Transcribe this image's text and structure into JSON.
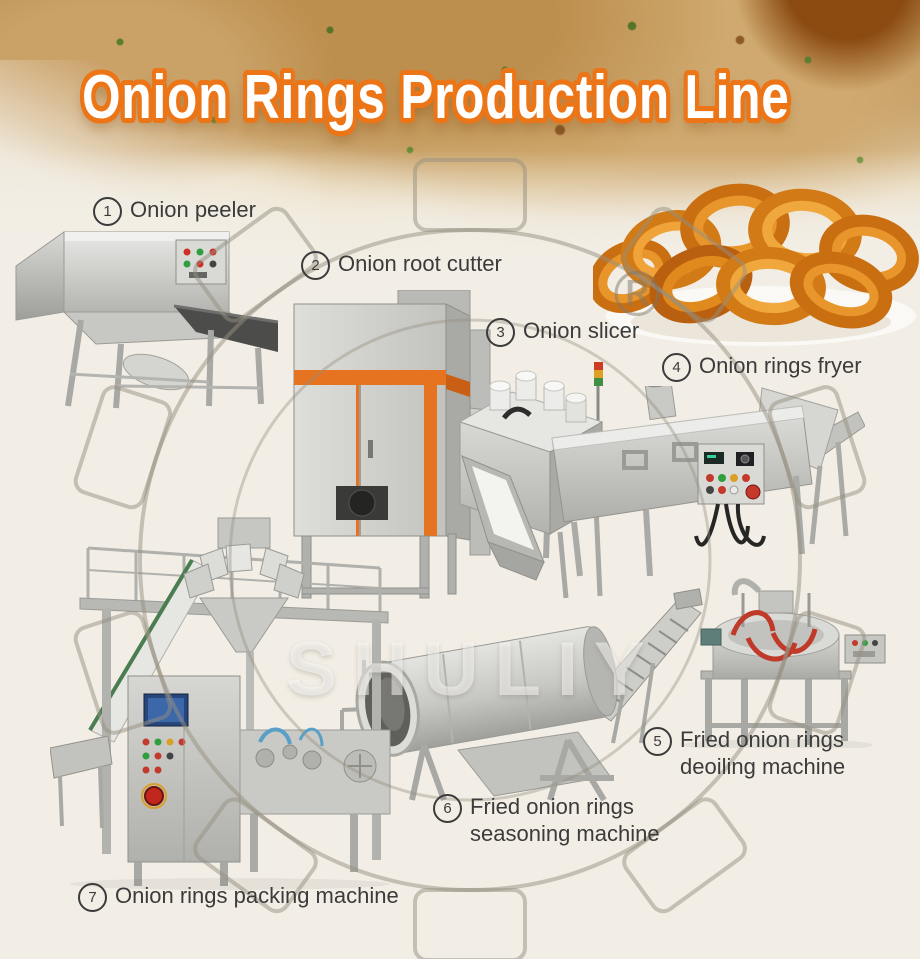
{
  "title": {
    "text": "Onion Rings Production Line"
  },
  "steps": [
    {
      "num": "1",
      "line1": "Onion peeler",
      "line2": ""
    },
    {
      "num": "2",
      "line1": "Onion root cutter",
      "line2": ""
    },
    {
      "num": "3",
      "line1": "Onion slicer",
      "line2": ""
    },
    {
      "num": "4",
      "line1": "Onion rings fryer",
      "line2": ""
    },
    {
      "num": "5",
      "line1": "Fried onion rings",
      "line2": "deoiling machine"
    },
    {
      "num": "6",
      "line1": "Fried onion rings",
      "line2": "seasoning machine"
    },
    {
      "num": "7",
      "line1": "Onion rings packing machine",
      "line2": ""
    }
  ],
  "watermark": {
    "brand": "SHULIY",
    "registered": "®"
  },
  "colors": {
    "accent_orange": "#ec7517",
    "label_text": "#3b3b3b",
    "background": "#f2eee5",
    "machine_orange": "#e5731f"
  }
}
